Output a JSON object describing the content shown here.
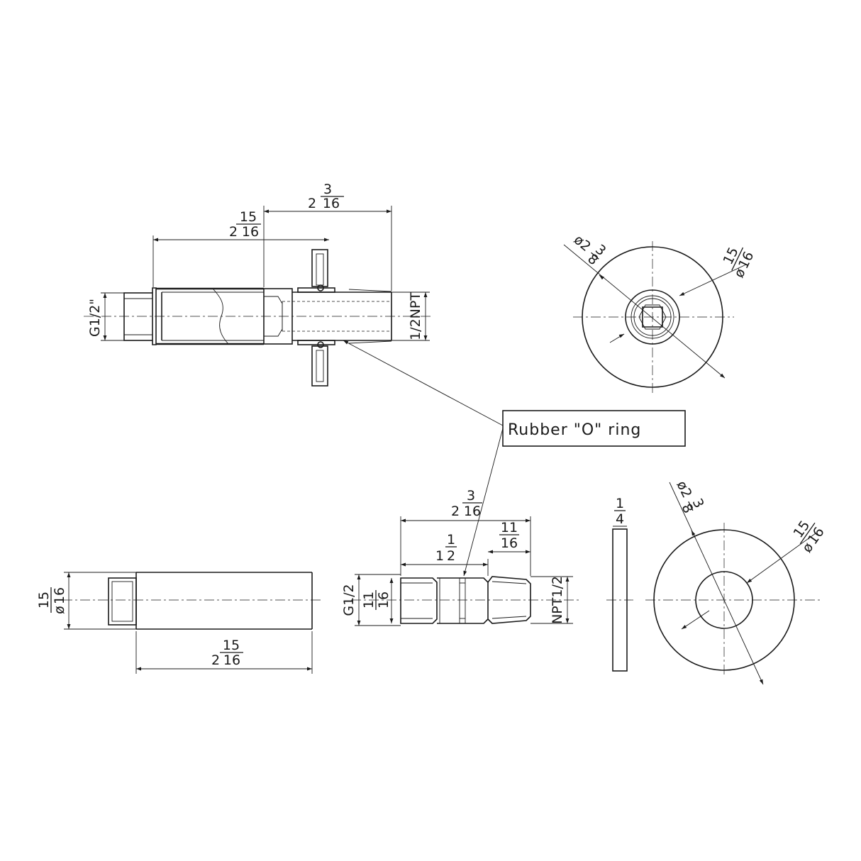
{
  "callout": {
    "text": "Rubber \"O\" ring"
  },
  "top_view": {
    "overall": {
      "whole": "2",
      "num": "3",
      "den": "16"
    },
    "body": {
      "whole": "2",
      "num": "15",
      "den": "16"
    },
    "left_thread": "G1/2\"",
    "right_thread": "1/2NPT"
  },
  "top_circle": {
    "outer": {
      "prefix": "ø2",
      "num": "3",
      "den": "8"
    },
    "inner": {
      "num": "15",
      "den": "16",
      "prefix": "ø"
    }
  },
  "bottom_tube": {
    "length": {
      "whole": "2",
      "num": "15",
      "den": "16"
    },
    "diameter": {
      "num": "15",
      "den": "16",
      "prefix": "ø"
    }
  },
  "bottom_fitting": {
    "overall": {
      "whole": "2",
      "num": "3",
      "den": "16"
    },
    "mid": {
      "whole": "1",
      "num": "1",
      "den": "2"
    },
    "tip": {
      "num": "11",
      "den": "16"
    },
    "height": {
      "num": "11",
      "den": "16"
    },
    "left_thread": "G1/2",
    "right_thread": "NPT1/2"
  },
  "washer_side": {
    "thickness": {
      "num": "1",
      "den": "4"
    }
  },
  "bottom_circle": {
    "outer": {
      "prefix": "ø2",
      "num": "3",
      "den": "8"
    },
    "inner": {
      "num": "15",
      "den": "16",
      "prefix": "ø"
    }
  }
}
